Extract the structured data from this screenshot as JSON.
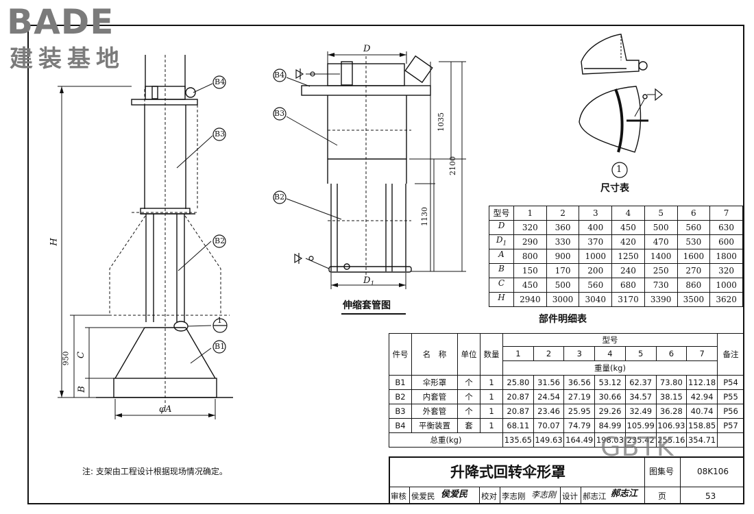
{
  "logo": {
    "brand": "BADE",
    "subtitle": "建装基地"
  },
  "watermark": "GBTK",
  "main_view": {
    "callouts": [
      "B4",
      "B3",
      "B2",
      "1",
      "B1"
    ],
    "dims": {
      "H": "H",
      "C": "C",
      "B": "B",
      "total": "950",
      "phiA": "φA"
    }
  },
  "sleeve_view": {
    "title": "伸缩套管图",
    "callouts": [
      "B4",
      "B3",
      "B2"
    ],
    "dims": {
      "D": "D",
      "D1": "D",
      "D1_sub": "1",
      "d1035": "1035",
      "d2100": "2100",
      "d1130": "1130"
    }
  },
  "detail_view": {
    "callout": "1"
  },
  "size_table": {
    "title": "尺寸表",
    "header": [
      "型号",
      "1",
      "2",
      "3",
      "4",
      "5",
      "6",
      "7"
    ],
    "rows": [
      {
        "label": "D",
        "sub": "",
        "values": [
          "320",
          "360",
          "400",
          "450",
          "500",
          "560",
          "630"
        ]
      },
      {
        "label": "D",
        "sub": "1",
        "values": [
          "290",
          "330",
          "370",
          "420",
          "470",
          "530",
          "600"
        ]
      },
      {
        "label": "A",
        "sub": "",
        "values": [
          "800",
          "900",
          "1000",
          "1250",
          "1400",
          "1600",
          "1800"
        ]
      },
      {
        "label": "B",
        "sub": "",
        "values": [
          "150",
          "170",
          "200",
          "240",
          "250",
          "270",
          "320"
        ]
      },
      {
        "label": "C",
        "sub": "",
        "values": [
          "450",
          "500",
          "560",
          "680",
          "730",
          "860",
          "1000"
        ]
      },
      {
        "label": "H",
        "sub": "",
        "values": [
          "2940",
          "3000",
          "3040",
          "3170",
          "3390",
          "3500",
          "3620"
        ]
      }
    ]
  },
  "parts_table": {
    "title": "部件明细表",
    "col_part": "件号",
    "col_name": "名　称",
    "col_unit": "单位",
    "col_qty": "数量",
    "col_model": "型号",
    "col_weight": "重量(kg)",
    "col_note": "备注",
    "models": [
      "1",
      "2",
      "3",
      "4",
      "5",
      "6",
      "7"
    ],
    "rows": [
      {
        "id": "B1",
        "name": "伞形罩",
        "unit": "个",
        "qty": "1",
        "w": [
          "25.80",
          "31.56",
          "36.56",
          "53.12",
          "62.37",
          "73.80",
          "112.18"
        ],
        "note": "P54"
      },
      {
        "id": "B2",
        "name": "内套管",
        "unit": "个",
        "qty": "1",
        "w": [
          "20.87",
          "24.54",
          "27.19",
          "30.66",
          "34.57",
          "38.15",
          "42.94"
        ],
        "note": "P55"
      },
      {
        "id": "B3",
        "name": "外套管",
        "unit": "个",
        "qty": "1",
        "w": [
          "20.87",
          "23.46",
          "25.95",
          "29.26",
          "32.49",
          "36.28",
          "40.74"
        ],
        "note": "P56"
      },
      {
        "id": "B4",
        "name": "平衡装置",
        "unit": "套",
        "qty": "1",
        "w": [
          "68.11",
          "70.07",
          "74.79",
          "84.99",
          "105.99",
          "106.93",
          "158.85"
        ],
        "note": "P57"
      }
    ],
    "total_label": "总重(kg)",
    "total": [
      "135.65",
      "149.63",
      "164.49",
      "198.03",
      "235.42",
      "255.16",
      "354.71"
    ]
  },
  "note": "注: 支架由工程设计根据现场情况确定。",
  "title_block": {
    "title": "升降式回转伞形罩",
    "atlas_label": "图集号",
    "atlas_no": "08K106",
    "page_label": "页",
    "page_no": "53",
    "review_label": "审核",
    "reviewer": "侯爱民",
    "reviewer_sign": "侯爱民",
    "check_label": "校对",
    "checker": "李志刚",
    "checker_sign": "李志刚",
    "design_label": "设计",
    "designer": "郝志江",
    "designer_sign": "郝志江"
  }
}
